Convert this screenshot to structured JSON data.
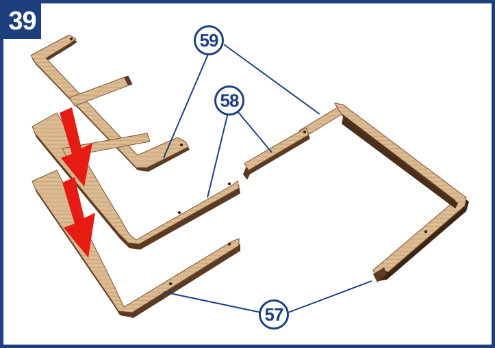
{
  "step": {
    "number": "39"
  },
  "callouts": {
    "part_59": "59",
    "part_58": "58",
    "part_57": "57"
  },
  "colors": {
    "brand_blue": "#1d3f7e",
    "wood": "#d8b68c",
    "wood_edge": "#5a3a22",
    "arrow_red": "#e51b14"
  },
  "icons": {
    "arrow": "red-down-arrow"
  }
}
